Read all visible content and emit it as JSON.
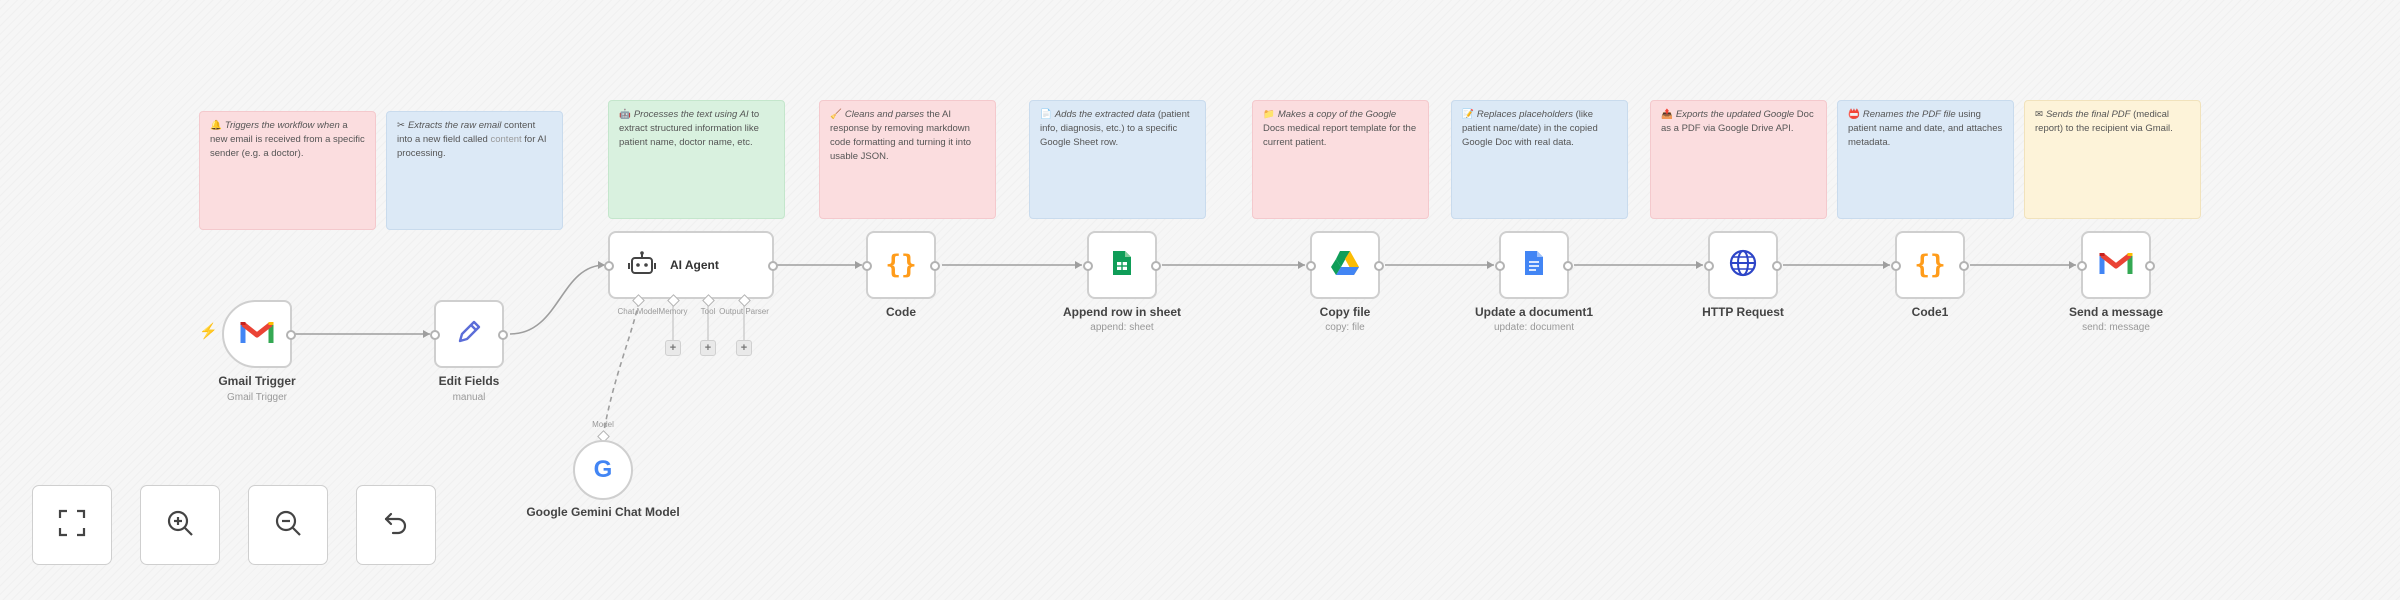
{
  "notes": [
    {
      "emoji": "🔔",
      "lead": "Triggers the workflow when",
      "text": " a new email is received from a specific sender (e.g. a doctor)."
    },
    {
      "emoji": "✂",
      "lead": "Extracts the raw email",
      "text": " content into a new field called ",
      "code": "content",
      "tail": " for AI processing."
    },
    {
      "emoji": "🤖",
      "lead": "Processes the text using AI",
      "text": " to extract structured information like patient name, doctor name, etc."
    },
    {
      "emoji": "🧹",
      "lead": "Cleans and parses",
      "text": " the AI response by removing markdown code formatting and turning it into usable JSON."
    },
    {
      "emoji": "📄",
      "lead": "Adds the extracted data",
      "text": " (patient info, diagnosis, etc.) to a specific Google Sheet row."
    },
    {
      "emoji": "📁",
      "lead": "Makes a copy of the Google",
      "text": " Docs medical report template for the current patient."
    },
    {
      "emoji": "📝",
      "lead": "Replaces placeholders",
      "text": " (like patient name/date) in the copied Google Doc with real data."
    },
    {
      "emoji": "📤",
      "lead": "Exports the updated Google",
      "text": " Doc as a PDF via Google Drive API."
    },
    {
      "emoji": "📛",
      "lead": "Renames the PDF file",
      "text": " using patient name and date, and attaches metadata."
    },
    {
      "emoji": "✉",
      "lead": "Sends the final PDF",
      "text": " (medical report) to the recipient via Gmail."
    }
  ],
  "nodes": {
    "gmail_trigger": {
      "label": "Gmail Trigger",
      "sub": "Gmail Trigger",
      "icon": "gmail-icon"
    },
    "edit_fields": {
      "label": "Edit Fields",
      "sub": "manual",
      "icon": "pencil-icon"
    },
    "ai_agent": {
      "label": "AI Agent",
      "icon": "robot-icon",
      "ports": [
        "Chat Model",
        "Memory",
        "Tool",
        "Output Parser"
      ]
    },
    "code": {
      "label": "Code",
      "icon": "braces-icon"
    },
    "append_row": {
      "label": "Append row in sheet",
      "sub": "append: sheet",
      "icon": "google-sheets-icon"
    },
    "copy_file": {
      "label": "Copy file",
      "sub": "copy: file",
      "icon": "google-drive-icon"
    },
    "update_doc": {
      "label": "Update a document1",
      "sub": "update: document",
      "icon": "google-docs-icon"
    },
    "http_request": {
      "label": "HTTP Request",
      "icon": "globe-icon"
    },
    "code1": {
      "label": "Code1",
      "icon": "braces-icon"
    },
    "send_message": {
      "label": "Send a message",
      "sub": "send: message",
      "icon": "gmail-icon"
    },
    "gemini": {
      "label": "Google Gemini Chat Model",
      "port_label": "Model",
      "icon": "google-g-icon"
    }
  },
  "plus_symbol": "+",
  "controls": [
    {
      "name": "fit-view",
      "icon": "fullscreen-icon"
    },
    {
      "name": "zoom-in",
      "icon": "zoom-in-icon"
    },
    {
      "name": "zoom-out",
      "icon": "zoom-out-icon"
    },
    {
      "name": "reset",
      "icon": "undo-icon"
    }
  ],
  "colors": {
    "canvas": "#f6f6f6",
    "wire": "#9e9e9e",
    "trigger_bolt": "#ff6d5a",
    "code_orange": "#ff9c1a",
    "edit_blue": "#5b6dd8",
    "http_blue": "#2d45c7"
  }
}
